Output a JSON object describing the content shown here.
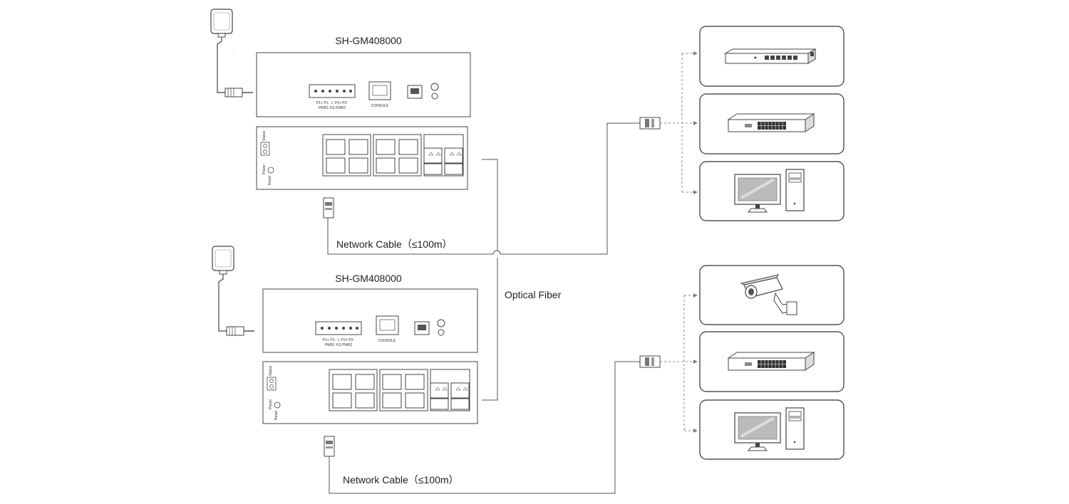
{
  "colors": {
    "line": "#555555",
    "dashed": "#888888",
    "box_border": "#333333",
    "background": "#ffffff"
  },
  "switch_top": {
    "model": "SH-GM408000",
    "front_labels": {
      "power_terminal": "P1+ P1- ⏚ P2+ P2-",
      "power_terminal_sub": "PWR1 FG PWR2",
      "console": "CONSOLE"
    },
    "leds": {
      "status": "Status",
      "power": "Power",
      "reset": "Reset"
    }
  },
  "switch_bottom": {
    "model": "SH-GM408000",
    "front_labels": {
      "power_terminal": "P1+ P1- ⏚ P2+ P2-",
      "power_terminal_sub": "PWR1 FG PWR2",
      "console": "CONSOLE"
    },
    "leds": {
      "status": "Status",
      "power": "Power",
      "reset": "Reset"
    }
  },
  "cables": {
    "top_network": "Network Cable（≤100m）",
    "bottom_network": "Network Cable（≤100m）",
    "optical": "Optical Fiber"
  },
  "devices_top": [
    {
      "icon": "router-icon"
    },
    {
      "icon": "switch-icon"
    },
    {
      "icon": "computer-icon"
    }
  ],
  "devices_bottom": [
    {
      "icon": "camera-icon"
    },
    {
      "icon": "switch-icon"
    },
    {
      "icon": "computer-icon"
    }
  ]
}
